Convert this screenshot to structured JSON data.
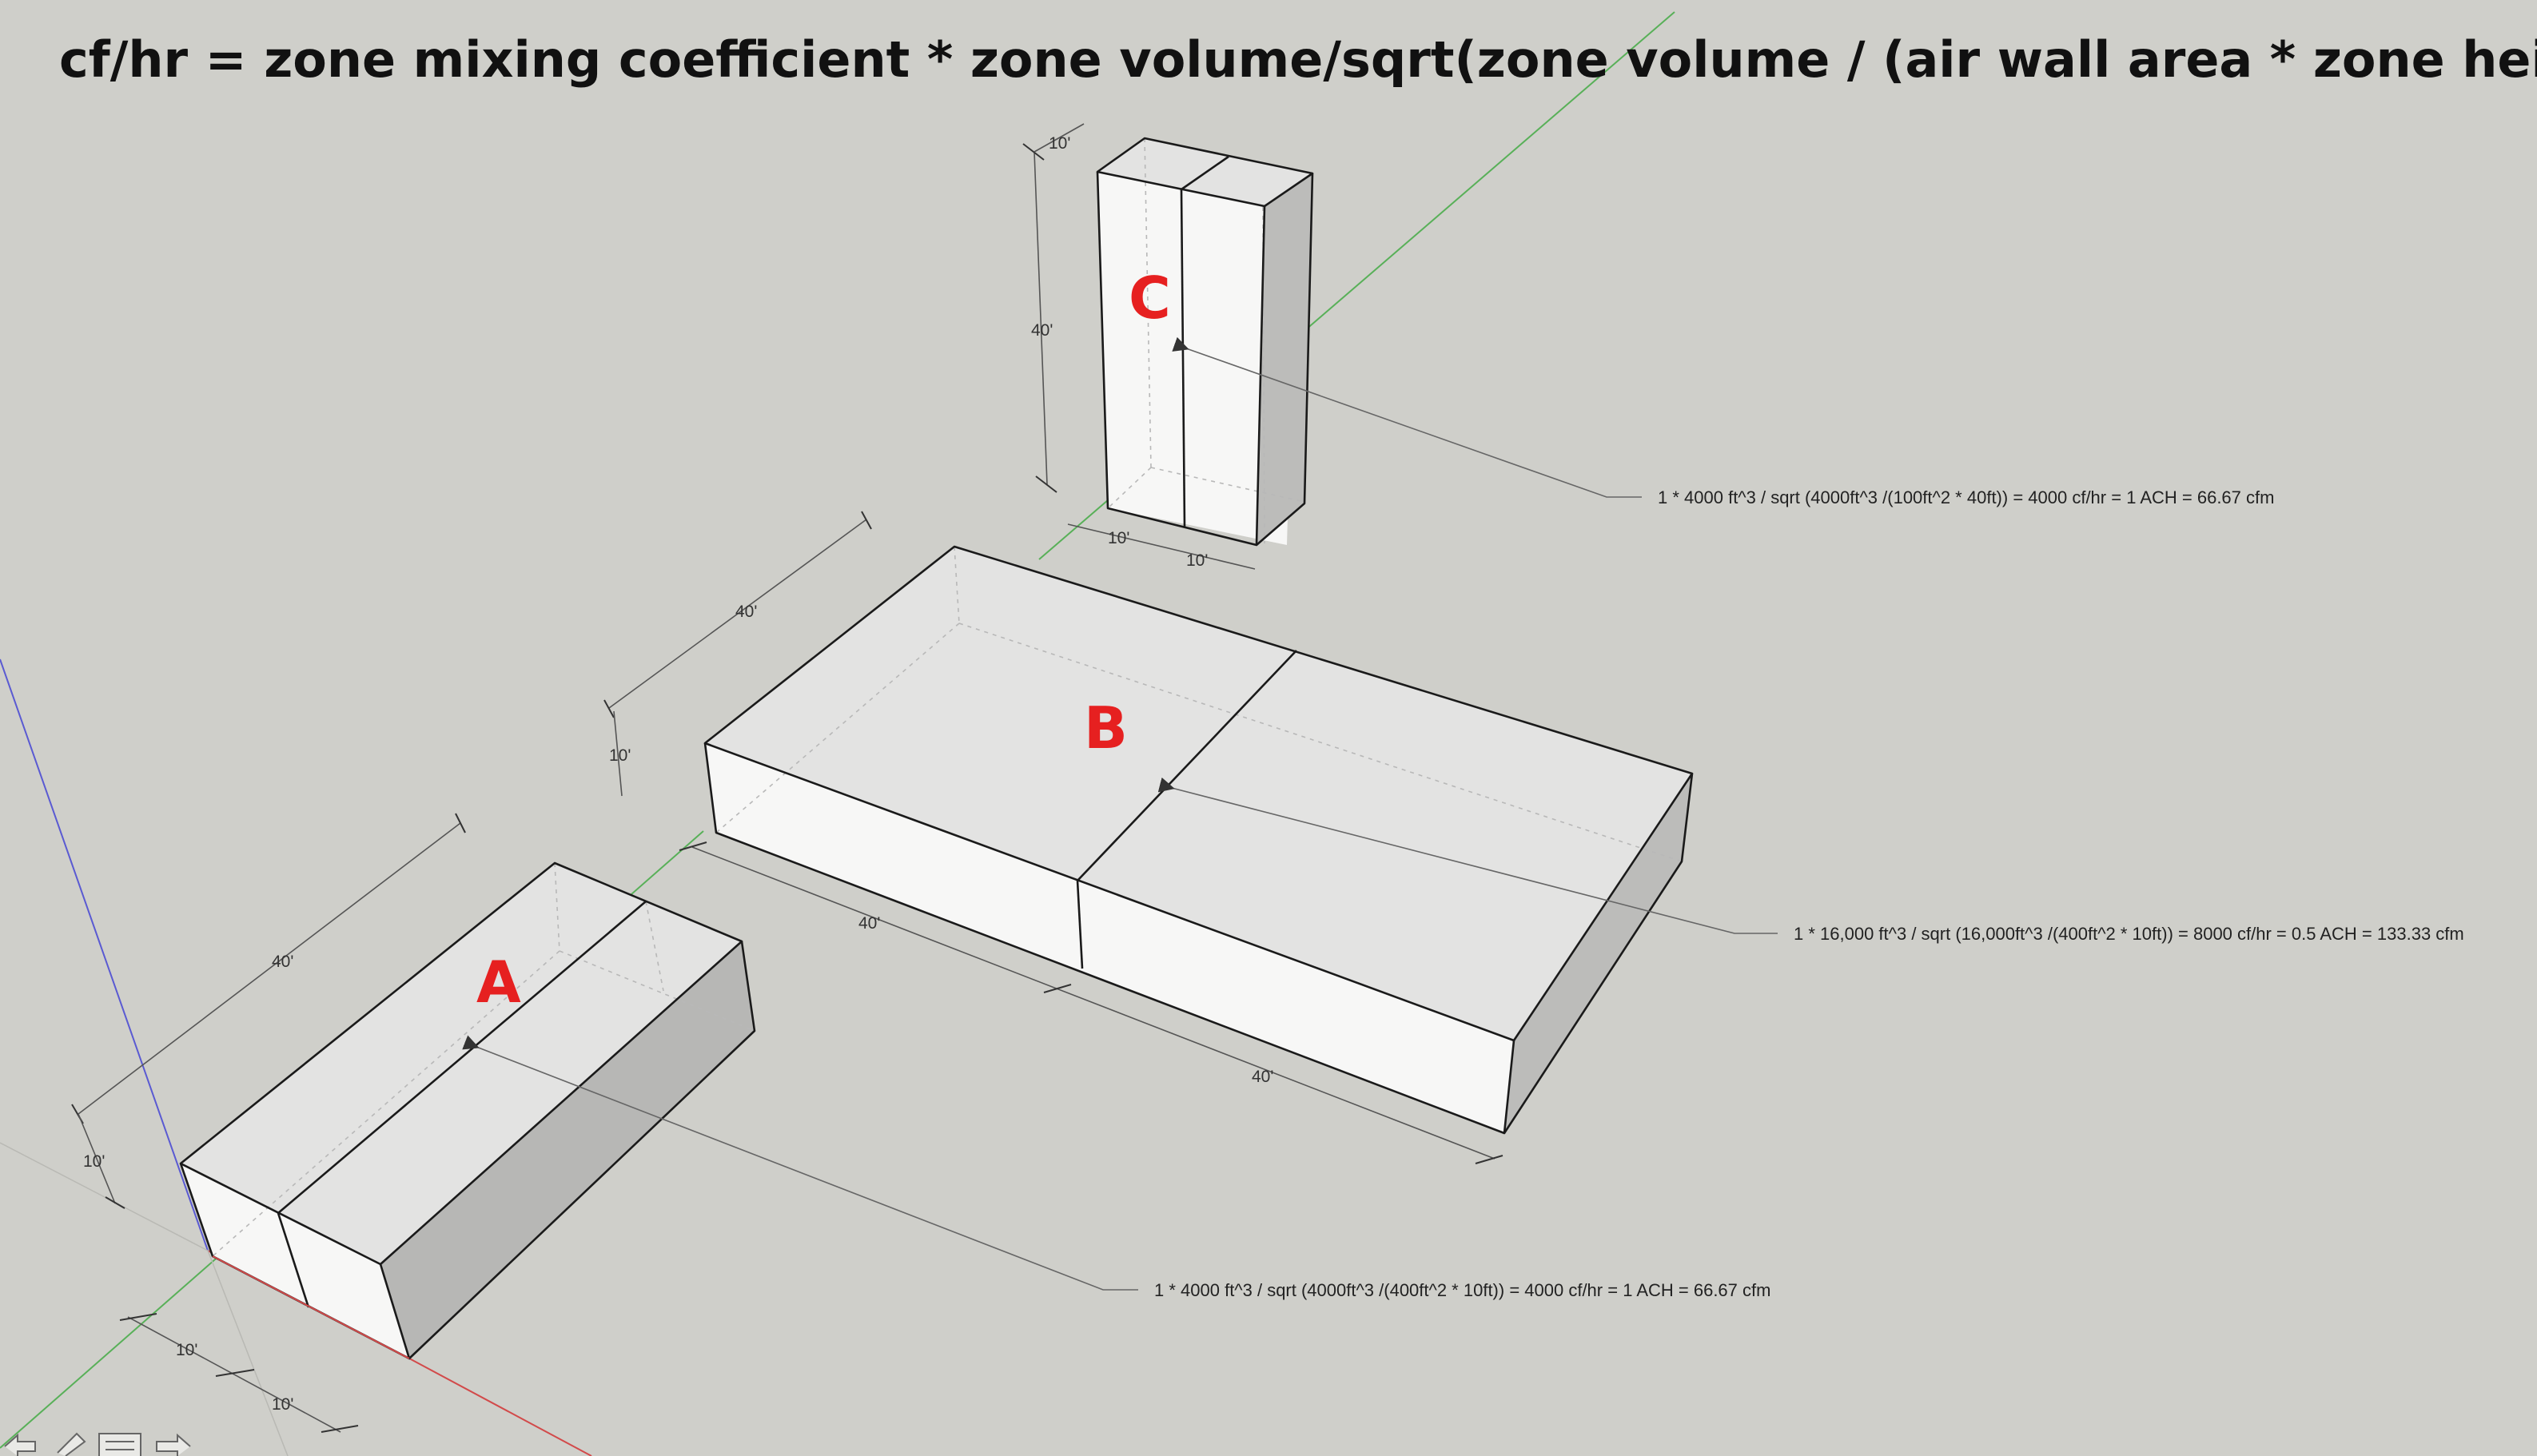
{
  "title": "cf/hr = zone mixing coefficient * zone volume/sqrt(zone volume / (air wall area * zone height))",
  "colors": {
    "background": "#cfcfca",
    "zone_label": "#e62020",
    "axis_red": "#d24a4a",
    "axis_green": "#58b058",
    "axis_blue": "#5a5ad2"
  },
  "zones": {
    "A": {
      "label": "A",
      "note": "1 * 4000 ft^3 / sqrt (4000ft^3 /(400ft^2 * 10ft)) = 4000 cf/hr = 1 ACH = 66.67 cfm",
      "dims": {
        "length": "40'",
        "height": "10'",
        "width1": "10'",
        "width2": "10'"
      }
    },
    "B": {
      "label": "B",
      "note": "1 * 16,000 ft^3 / sqrt (16,000ft^3 /(400ft^2 * 10ft)) = 8000 cf/hr = 0.5 ACH = 133.33 cfm",
      "dims": {
        "depth": "40'",
        "height": "10'",
        "length1": "40'",
        "length2": "40'"
      }
    },
    "C": {
      "label": "C",
      "note": "1 * 4000 ft^3 / sqrt (4000ft^3 /(100ft^2 * 40ft)) = 4000 cf/hr = 1 ACH = 66.67 cfm",
      "dims": {
        "top": "10'",
        "height": "40'",
        "width1": "10'",
        "width2": "10'"
      }
    }
  },
  "toolbar_icons": [
    "arrow-left-icon",
    "pencil-icon",
    "menu-icon",
    "arrow-right-icon"
  ]
}
